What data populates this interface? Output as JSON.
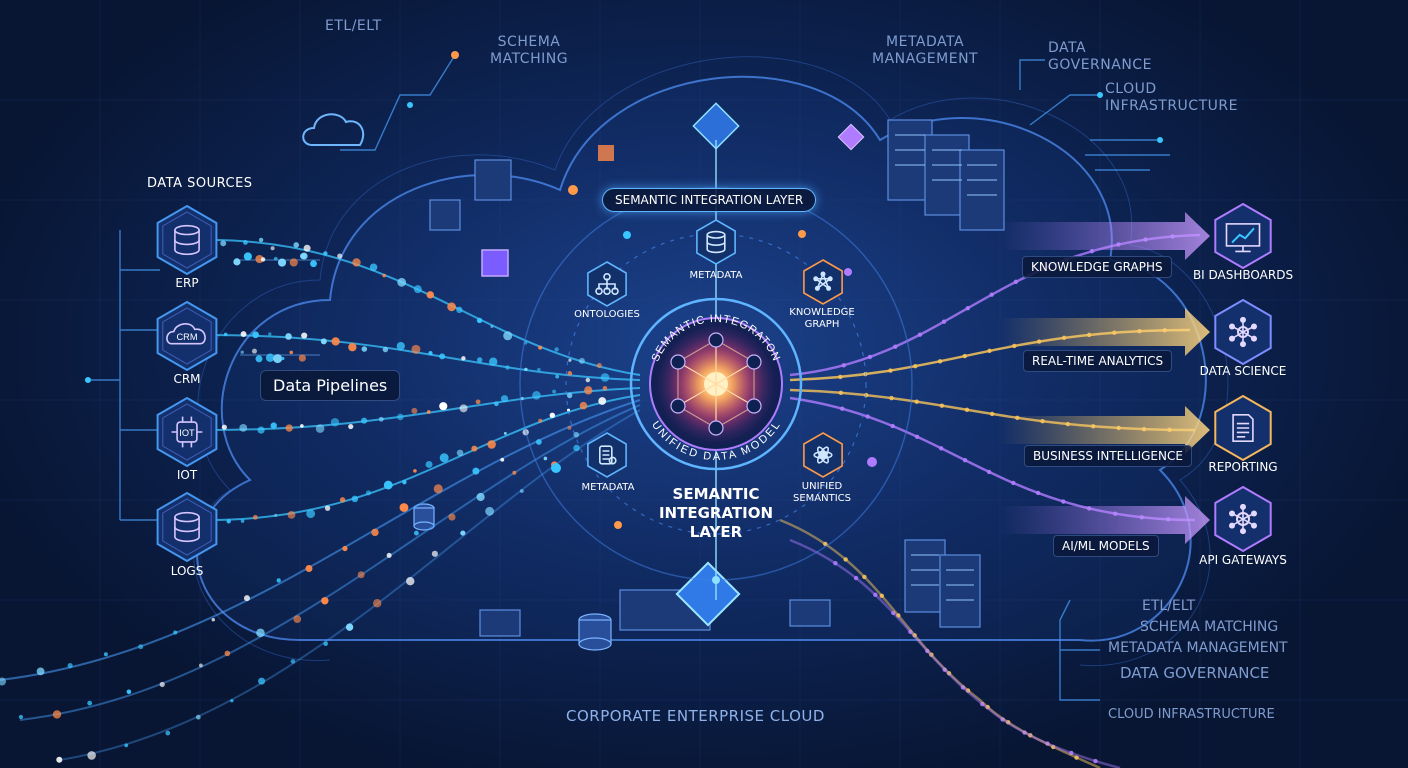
{
  "colors": {
    "background": "#081634",
    "cyan": "#39c6ff",
    "purple": "#b07cff",
    "gold": "#f6c35a",
    "orange": "#ff8a4a"
  },
  "top_labels": {
    "etl": "ETL/ELT",
    "schema_matching": "SCHEMA\nMATCHING",
    "metadata_management": "METADATA\nMANAGEMENT",
    "data_governance": "DATA\nGOVERNANCE",
    "cloud_infrastructure": "CLOUD\nINFRASTRUCTURE"
  },
  "data_sources": {
    "title": "DATA SOURCES",
    "items": [
      {
        "label": "ERP",
        "icon": "database-icon"
      },
      {
        "label": "CRM",
        "icon": "crm-cloud-icon",
        "glyph": "CRM"
      },
      {
        "label": "IOT",
        "icon": "iot-chip-icon",
        "glyph": "IOT"
      },
      {
        "label": "LOGS",
        "icon": "database-icon"
      }
    ]
  },
  "data_pipelines": "Data Pipelines",
  "semantic_layer_pill": "SEMANTIC INTEGRATION LAYER",
  "core": {
    "ring_top": "SEMANTIC INTEGRATON",
    "ring_bottom": "UNIFIED DATA MODEL",
    "title": "SEMANTIC\nINTEGRATION\nLAYER",
    "nodes": {
      "metadata_top": "METADATA",
      "ontologies": "ONTOLOGIES",
      "knowledge_graph": "KNOWLEDGE\nGRAPH",
      "metadata_bottom": "METADATA",
      "unified_semantics": "UNIFIED\nSEMANTICS"
    }
  },
  "flow_labels": {
    "knowledge_graphs": "KNOWLEDGE GRAPHS",
    "real_time_analytics": "REAL-TIME ANALYTICS",
    "business_intelligence": "BUSINESS INTELLIGENCE",
    "ai_ml_models": "AI/ML MODELS"
  },
  "outputs": [
    {
      "label": "BI DASHBOARDS",
      "icon": "dashboard-chart-icon"
    },
    {
      "label": "DATA SCIENCE",
      "icon": "network-hub-icon"
    },
    {
      "label": "REPORTING",
      "icon": "report-document-icon"
    },
    {
      "label": "API GATEWAYS",
      "icon": "api-network-icon"
    }
  ],
  "right_list": {
    "etl": "ETL/ELT",
    "schema_matching": "SCHEMA MATCHING",
    "metadata_management": "METADATA MANAGEMENT",
    "data_governance": "DATA GOVERNANCE",
    "cloud_infrastructure": "CLOUD INFRASTRUCTURE"
  },
  "footer": "CORPORATE ENTERPRISE CLOUD"
}
